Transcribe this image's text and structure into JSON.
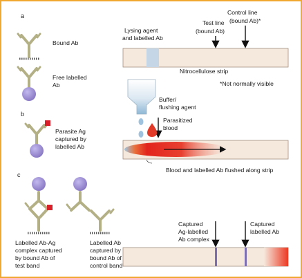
{
  "panels": {
    "a": {
      "letter": "a",
      "bound_ab": "Bound Ab",
      "free_ab_l1": "Free labelled",
      "free_ab_l2": "Ab",
      "lysing_l1": "Lysing agent",
      "lysing_l2": "and labelled Ab",
      "test_line_l1": "Test line",
      "test_line_l2": "(bound Ab)",
      "control_line_l1": "Control line",
      "control_line_l2": "(bound Ab)*",
      "strip_label": "Nitrocellulose strip",
      "footnote": "*Not normally visible"
    },
    "b": {
      "letter": "b",
      "parasite_l1": "Parasite Ag",
      "parasite_l2": "captured by",
      "parasite_l3": "labelled Ab",
      "buffer_l1": "Buffer/",
      "buffer_l2": "flushing agent",
      "blood_l1": "Parasitized",
      "blood_l2": "blood",
      "flush_label": "Blood and labelled Ab flushed along strip"
    },
    "c": {
      "letter": "c",
      "complex_l1": "Labelled Ab-Ag",
      "complex_l2": "complex captured",
      "complex_l3": "by bound Ab of",
      "complex_l4": "test band",
      "control_l1": "Labelled Ab",
      "control_l2": "captured by",
      "control_l3": "bound Ab of",
      "control_l4": "control band",
      "captured_complex_l1": "Captured",
      "captured_complex_l2": "Ag-labelled",
      "captured_complex_l3": "Ab complex",
      "captured_ab_l1": "Captured",
      "captured_ab_l2": "labelled Ab"
    }
  },
  "colors": {
    "border": "#f0a830",
    "strip_fill": "#f5e8dc",
    "antibody_arm": "#b4b086",
    "label_sphere": "#9c8fce",
    "antigen": "#d8202a",
    "line_band": "#7b6fb0",
    "blood": "#e23a28",
    "buffer": "#8fb8d6"
  },
  "icons": [
    "antibody-icon",
    "labelled-antibody-icon",
    "dropper-icon",
    "blood-drop-icon",
    "arrow-icon"
  ]
}
